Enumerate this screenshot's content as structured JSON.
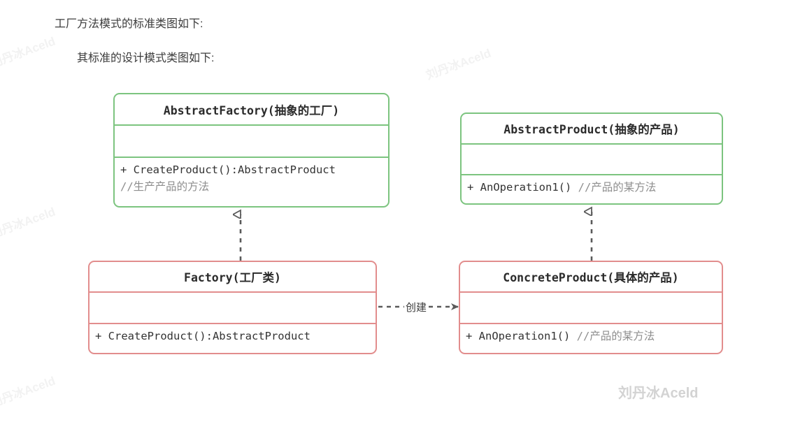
{
  "page": {
    "background": "#ffffff",
    "heading_line_1": "工厂方法模式的标准类图如下:",
    "heading_line_2": "其标准的设计模式类图如下:"
  },
  "watermarks": {
    "rotated_text": "刘丹冰Aceld",
    "rotated_color": "#f2f2f2",
    "flat_text": "刘丹冰Aceld",
    "flat_color": "#d3d3d3"
  },
  "diagram": {
    "type": "uml-class-diagram",
    "colors": {
      "abstract_border": "#7cc47f",
      "concrete_border": "#e28d8d",
      "text": "#333333",
      "comment_text": "#8e8e8e",
      "connector": "#5a5a5a"
    },
    "classes": [
      {
        "id": "abstract-factory",
        "name": "AbstractFactory(抽象的工厂)",
        "stereotype": "abstract",
        "border_color": "#7cc47f",
        "attributes": [],
        "operations": [
          {
            "signature": "+ CreateProduct():AbstractProduct",
            "comment": "//生产产品的方法"
          }
        ]
      },
      {
        "id": "abstract-product",
        "name": "AbstractProduct(抽象的产品)",
        "stereotype": "abstract",
        "border_color": "#7cc47f",
        "attributes": [],
        "operations": [
          {
            "signature": "+ AnOperation1() ",
            "comment": "//产品的某方法"
          }
        ]
      },
      {
        "id": "factory",
        "name": "Factory(工厂类)",
        "stereotype": "concrete",
        "border_color": "#e28d8d",
        "attributes": [],
        "operations": [
          {
            "signature": "+ CreateProduct():AbstractProduct",
            "comment": ""
          }
        ]
      },
      {
        "id": "concrete-product",
        "name": "ConcreteProduct(具体的产品)",
        "stereotype": "concrete",
        "border_color": "#e28d8d",
        "attributes": [],
        "operations": [
          {
            "signature": "+ AnOperation1() ",
            "comment": "//产品的某方法"
          }
        ]
      }
    ],
    "relations": [
      {
        "id": "factory-realizes-abstractfactory",
        "from": "factory",
        "to": "abstract-factory",
        "kind": "realization",
        "line": "dashed",
        "arrowhead": "hollow-triangle",
        "label": ""
      },
      {
        "id": "concreteproduct-realizes-abstractproduct",
        "from": "concrete-product",
        "to": "abstract-product",
        "kind": "realization",
        "line": "dashed",
        "arrowhead": "hollow-triangle",
        "label": ""
      },
      {
        "id": "factory-creates-concreteproduct",
        "from": "factory",
        "to": "concrete-product",
        "kind": "dependency",
        "line": "dashed",
        "arrowhead": "open-arrow",
        "label": "创建"
      }
    ]
  }
}
